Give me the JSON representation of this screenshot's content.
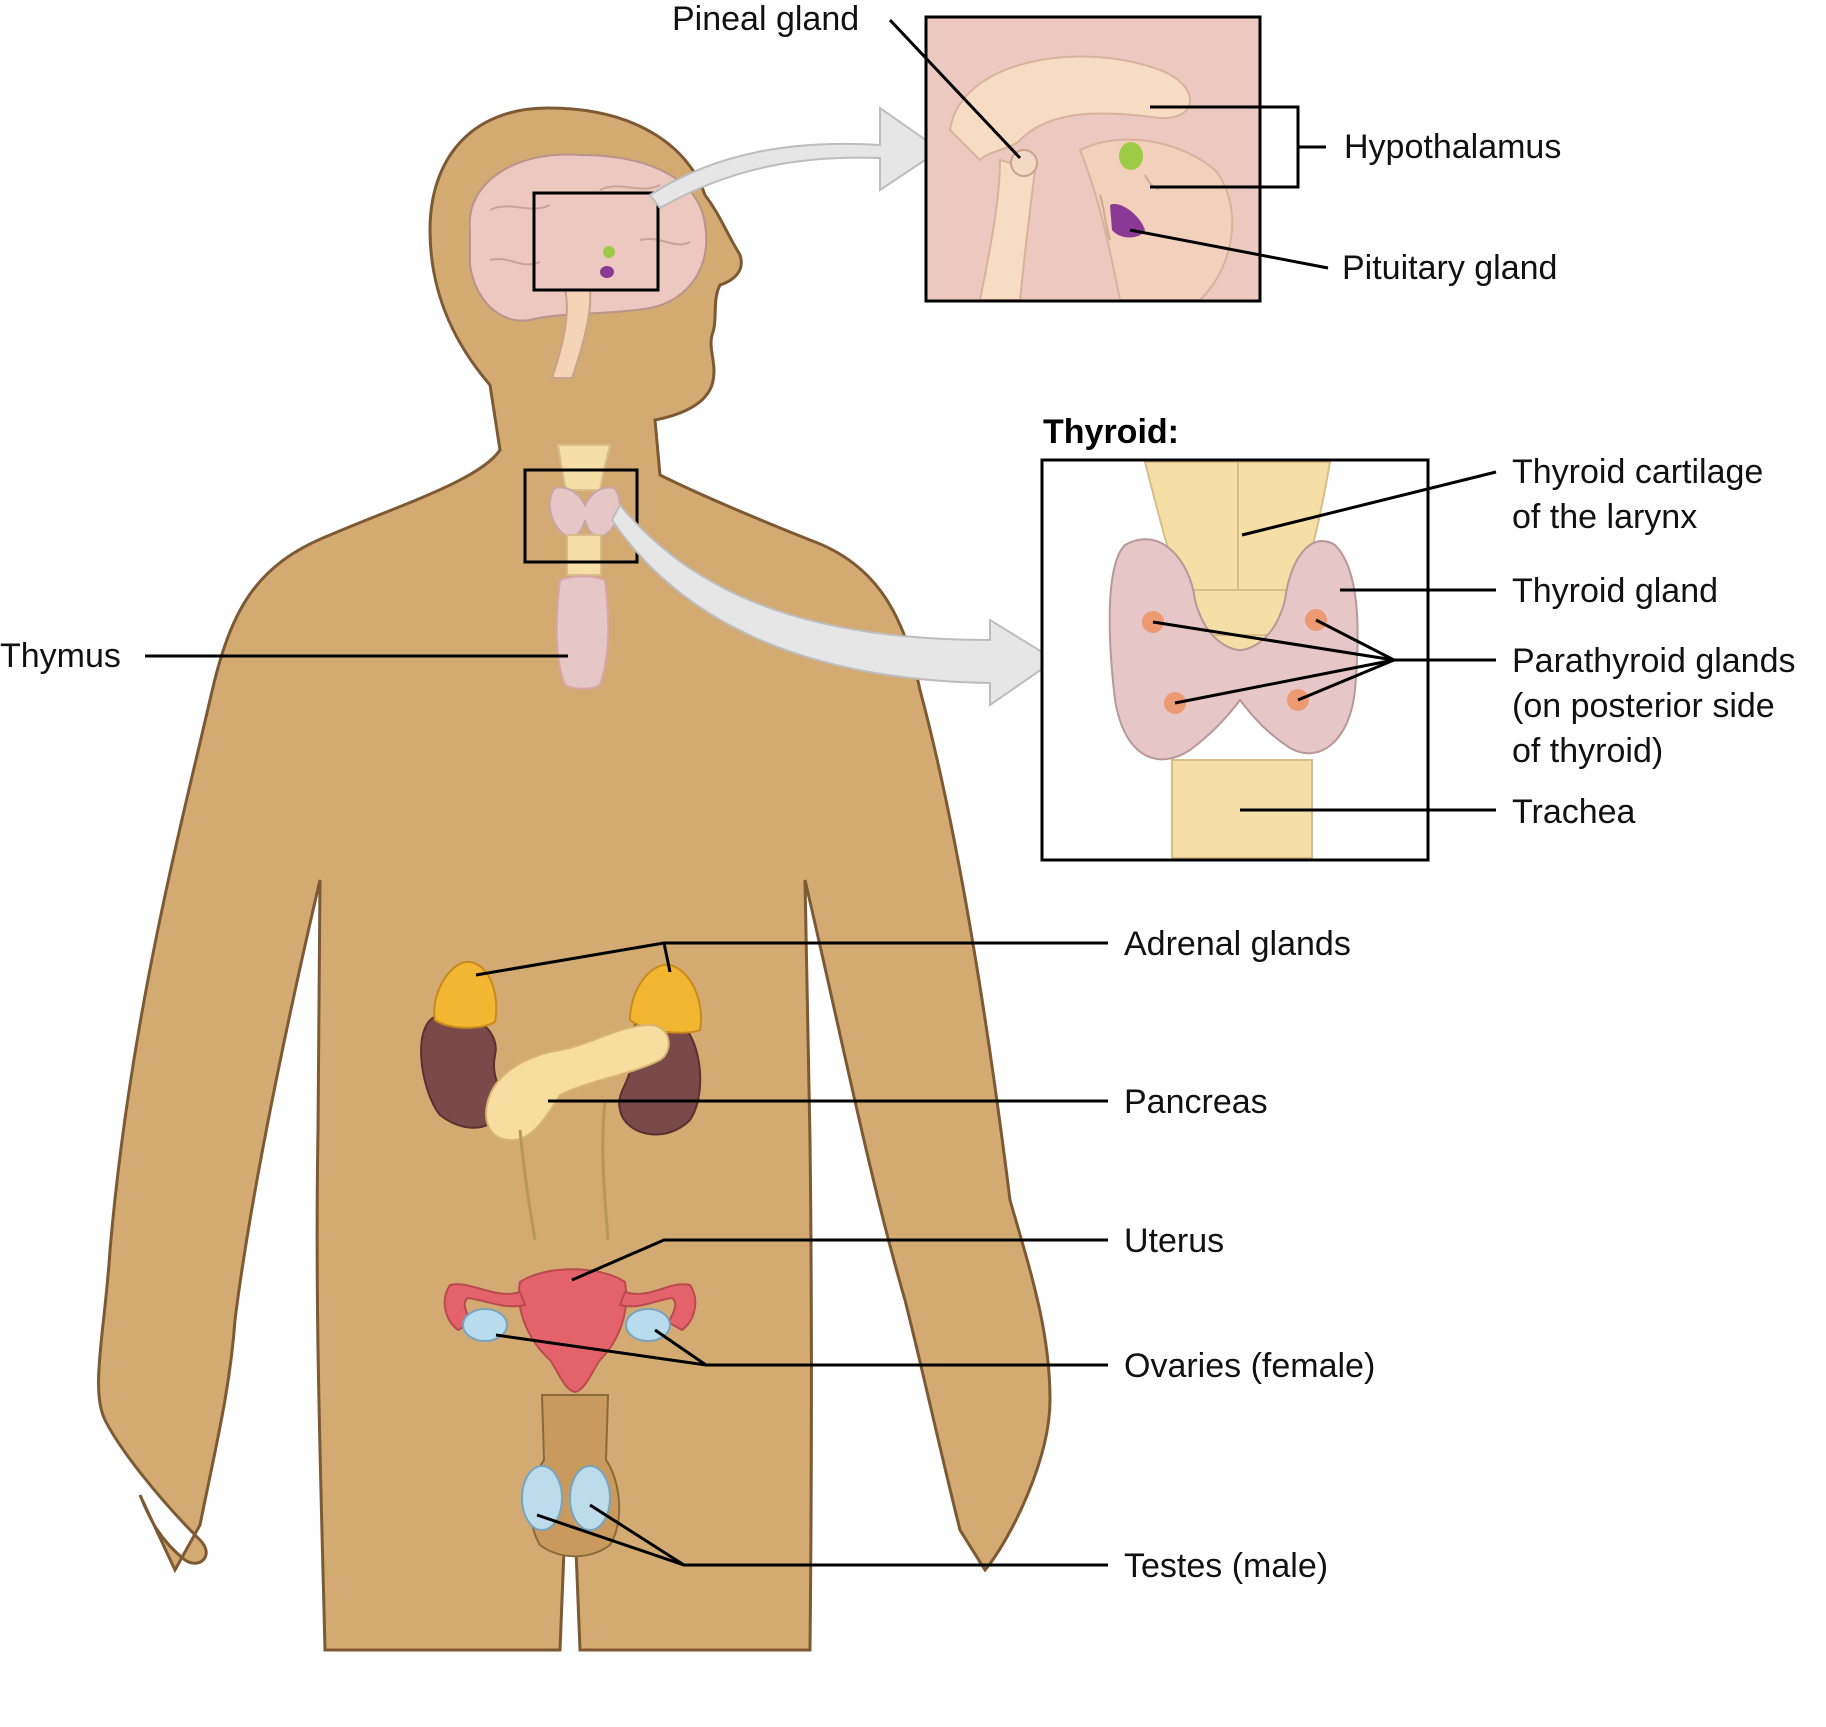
{
  "colors": {
    "body": "#d2aa72",
    "body_outline": "#7d5a34",
    "brain": "#ecc8c0",
    "brain_stem": "#f4d3b6",
    "hypothalamus": "#9dcb45",
    "pituitary": "#8a3a96",
    "thyroid": "#e6c6c6",
    "cartilage": "#f6dfa6",
    "parathyroid": "#ec9a72",
    "adrenal": "#f2b632",
    "kidney": "#7a4a4a",
    "pancreas": "#f7dda0",
    "uterus": "#e4636a",
    "ovary": "#b8dcee",
    "testes": "#bcdcec",
    "arrow": "#e6e6e6"
  },
  "labels": {
    "pineal": "Pineal gland",
    "hypothalamus": "Hypothalamus",
    "pituitary": "Pituitary gland",
    "thyroid_title": "Thyroid:",
    "cartilage_line1": "Thyroid cartilage",
    "cartilage_line2": "of the larynx",
    "thyroid_gland": "Thyroid gland",
    "parathyroid_line1": "Parathyroid glands",
    "parathyroid_line2": "(on posterior side",
    "parathyroid_line3": "of thyroid)",
    "trachea": "Trachea",
    "thymus": "Thymus",
    "adrenal": "Adrenal glands",
    "pancreas": "Pancreas",
    "uterus": "Uterus",
    "ovaries": "Ovaries (female)",
    "testes": "Testes (male)"
  }
}
